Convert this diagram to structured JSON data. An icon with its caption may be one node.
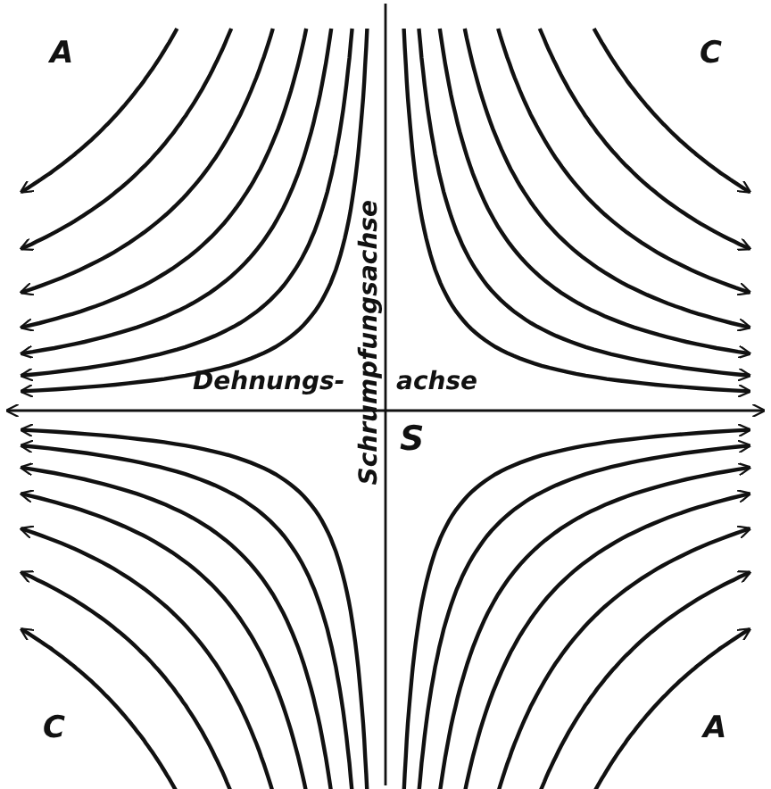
{
  "diagram": {
    "labels": [
      "A",
      "C",
      "Schrumpfungsachse",
      "Dehnungs-",
      "achse",
      "S",
      "C",
      "A"
    ]
  }
}
